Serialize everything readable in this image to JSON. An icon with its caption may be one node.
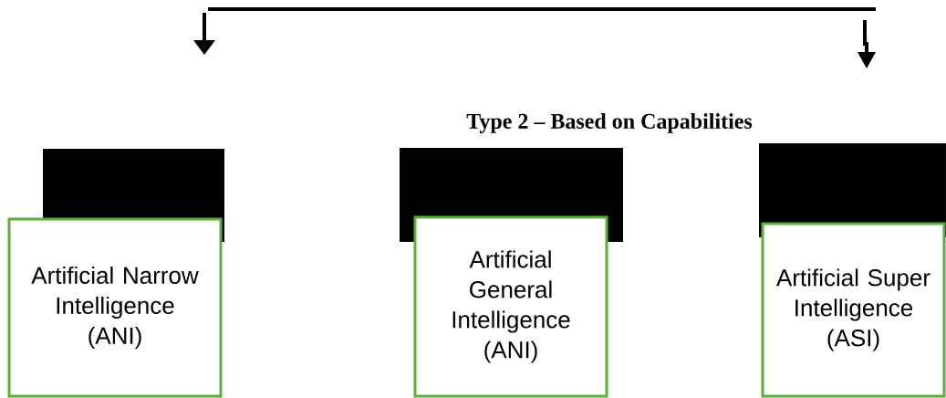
{
  "diagram": {
    "title": "Type 2 – Based on Capabilities",
    "nodes": [
      {
        "text": [
          "Artificial Narrow Intelligence (ANI)"
        ]
      },
      {
        "text": [
          "Artificial General Intelligence (ANI)"
        ]
      },
      {
        "text": [
          "Artificial Super Intelligence (ASI)"
        ]
      }
    ]
  }
}
